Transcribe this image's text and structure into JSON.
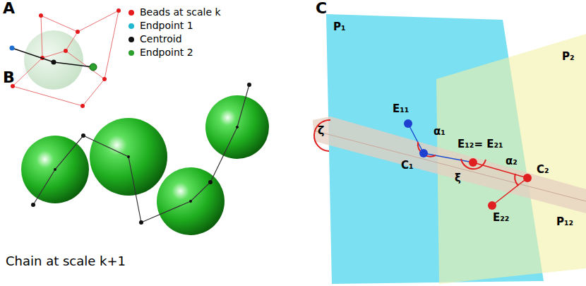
{
  "diagram": {
    "labels": [
      "A",
      "B",
      "C",
      "Chain at scale k+1",
      "P₁",
      "P₂",
      "P₁₂",
      "E₁₁",
      "α₁",
      "C₁",
      "E₁₂= E₂₁",
      "ξ",
      "α₂",
      "C₂",
      "E₂₂",
      "ζ"
    ],
    "legend": [
      {
        "text": "Beads at scale k",
        "color": "#e41a1c"
      },
      {
        "text": "Endpoint 1",
        "color": "#1fb8d0"
      },
      {
        "text": "Centroid",
        "color": "#111111"
      },
      {
        "text": "Endpoint 2",
        "color": "#2ca02c"
      }
    ]
  }
}
